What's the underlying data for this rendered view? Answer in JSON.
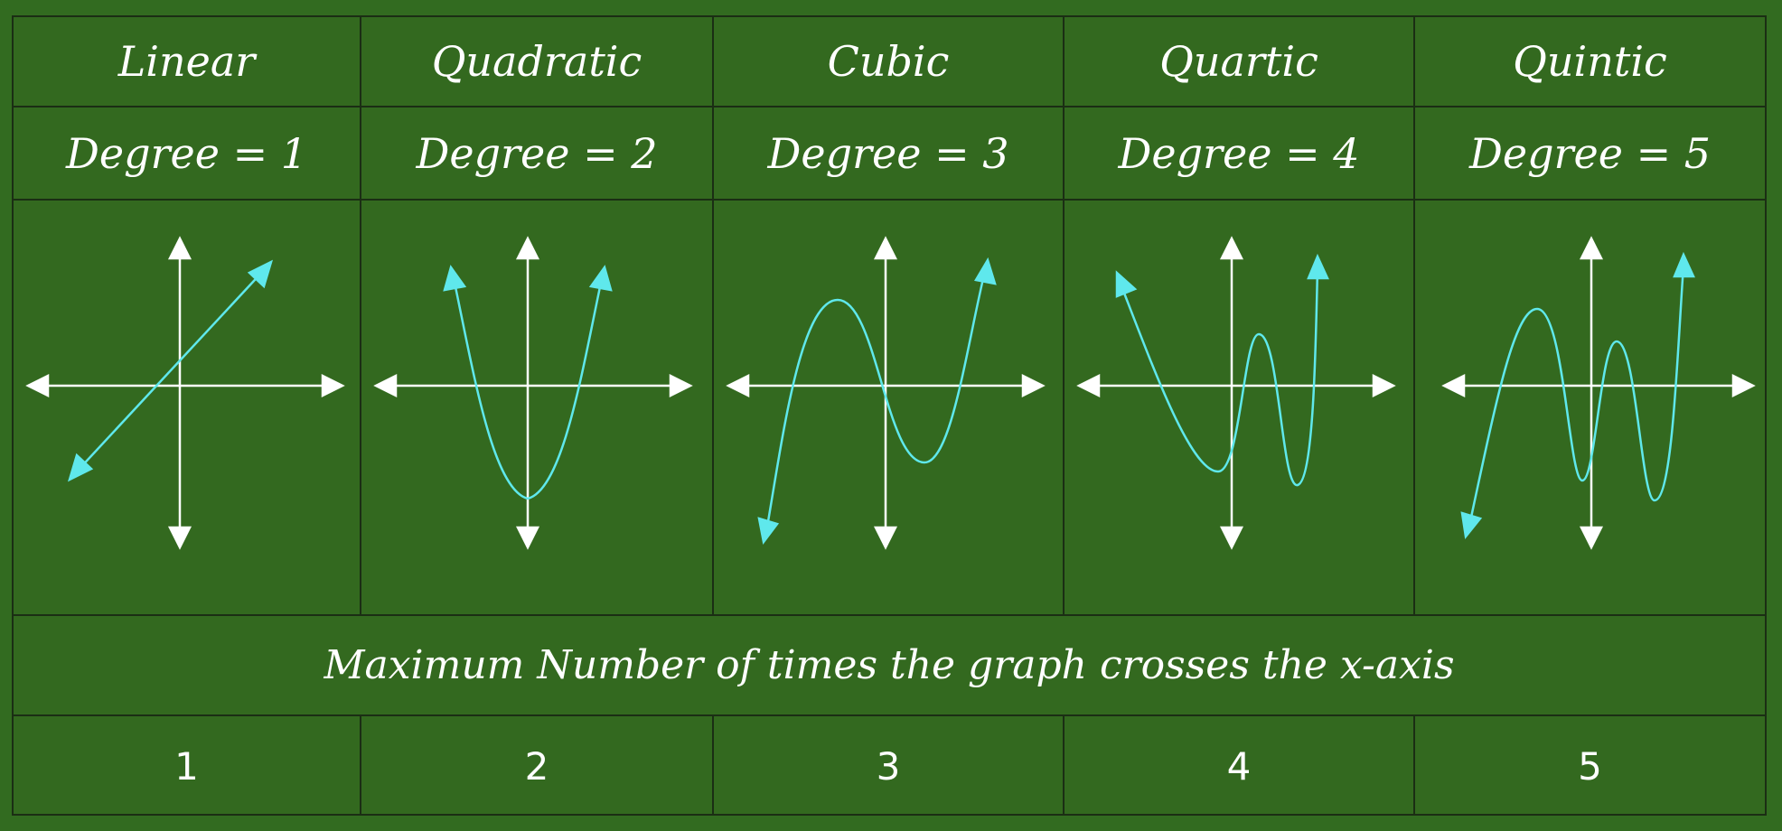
{
  "columns": [
    {
      "name": "Linear",
      "degree": "Degree = 1",
      "max_crossings": "1"
    },
    {
      "name": "Quadratic",
      "degree": "Degree = 2",
      "max_crossings": "2"
    },
    {
      "name": "Cubic",
      "degree": "Degree = 3",
      "max_crossings": "3"
    },
    {
      "name": "Quartic",
      "degree": "Degree = 4",
      "max_crossings": "4"
    },
    {
      "name": "Quintic",
      "degree": "Degree = 5",
      "max_crossings": "5"
    }
  ],
  "banner": "Maximum Number of times the graph crosses the x-axis",
  "colors": {
    "background": "#33691f",
    "grid_line": "#1b2e14",
    "axis": "#ffffff",
    "curve": "#5fe8ec"
  }
}
